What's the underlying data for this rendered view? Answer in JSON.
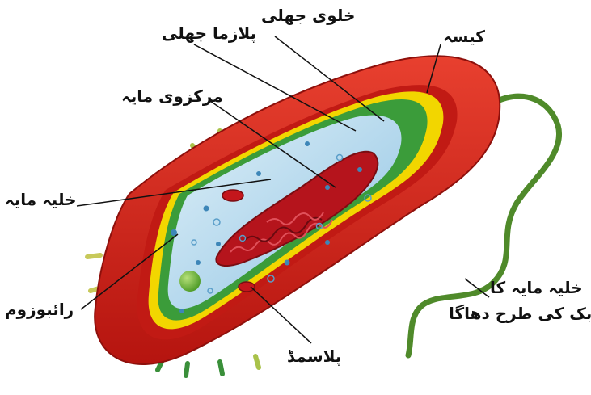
{
  "labels": {
    "cell_wall": "خلوی جھلی",
    "plasma_membrane": "پلازما جھلی",
    "capsule": "کیسہ",
    "nucleoid": "مرکزوی مایہ",
    "cytoplasm": "خلیہ مایہ",
    "ribosome": "رائبوزوم",
    "plasmid": "پلاسمڈ",
    "flagellum_line1": "خلیہ مایہ کا",
    "flagellum_line2": "چابک کی طرح دھاگا"
  },
  "colors": {
    "capsule": "#d9211b",
    "capsule_dark": "#a8120f",
    "cell_wall": "#f2d600",
    "membrane": "#3b9c3a",
    "cytoplasm": "#bfe0f2",
    "nucleoid": "#b5141c",
    "flagellum": "#4f8a2a"
  }
}
